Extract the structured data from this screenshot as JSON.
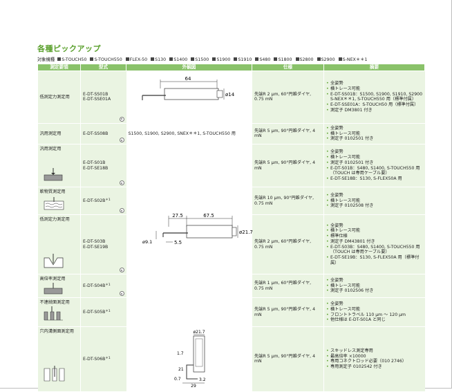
{
  "title": "各種ピックアップ",
  "models": {
    "label": "対象機種",
    "items": [
      "S-TOUCH50",
      "S-TOUCH550",
      "FLEX-50",
      "S130",
      "S1400",
      "S1500",
      "S1900",
      "S1910",
      "S480",
      "S1800",
      "S2800",
      "S2900",
      "S-NEX＊＊1"
    ]
  },
  "headers": [
    "測定要領",
    "型式",
    "外観図",
    "仕様",
    "摘要"
  ],
  "rows": [
    {
      "purpose": "低測定力測定用",
      "models": [
        "E-DT-SS01B",
        "E-DT-SSE01A"
      ],
      "spec": "先端R 2 µm, 60°円錐ダイヤ, 0.75 mN",
      "notes": [
        "全姿勢",
        "横トレース可能",
        "E-DT-SS01B：S1500, S1900, S1910, S2900 S-NEX＊＊1, S-TOUCH550 用（標準付属）",
        "E-DT-SSE01A：S-TOUCH50 用（標準付属）",
        "測定子 DM3801 付き"
      ]
    },
    {
      "purpose": "汎用測定用",
      "models": [
        "E-DT-SS08B"
      ],
      "spec": "先端R 5 µm, 90°円錐ダイヤ, 4 mN",
      "notes": [
        "全姿勢",
        "横トレース可能",
        "測定子 0102501 付き"
      ]
    },
    {
      "purpose": "汎用測定用",
      "models": [
        "E-DT-S01B",
        "E-DT-SE18B"
      ],
      "spec": "先端R 5 µm, 90°円錐ダイヤ, 4 mN",
      "notes": [
        "全姿勢",
        "横トレース可能",
        "測定子 0102501 付き",
        "E-DT-S01B：S480, S1400, S-TOUCH550 用（TOUCH は専用ケーブル要）",
        "E-DT-SE18B：S130, S-FLEX50A 用"
      ]
    },
    {
      "purpose": "軟物質測定用",
      "models": [
        "E-DT-S02B"
      ],
      "spec": "先端R 10 µm, 90°円錐ダイヤ, 0.75 mN",
      "notes": [
        "全姿勢",
        "横トレース可能",
        "測定子 0102508 付き"
      ]
    },
    {
      "purpose": "低測定力測定用",
      "models": [
        "E-DT-S03B",
        "E-DT-SE19B"
      ],
      "spec": "先端R 2 µm, 60°円錐ダイヤ, 0.75 mN",
      "notes": [
        "全姿勢",
        "横トレース可能",
        "標準仕様",
        "測定子 DM43801 付き",
        "E-DT-S03B：S480, S1400, S-TOUCH550 用（TOUCH は専用ケーブル要）",
        "E-DT-SE19B：S130, S-FLEX50A 用（標準付属）"
      ]
    },
    {
      "purpose": "高倍率測定用",
      "models": [
        "E-DT-S04B"
      ],
      "spec": "先端R 1 µm, 60°円錐ダイヤ, 0.75 mN",
      "notes": [
        "全姿勢",
        "横トレース可能",
        "測定子 0102506 付き"
      ]
    },
    {
      "purpose": "不連続面測定用",
      "models": [
        "E-DT-S05B"
      ],
      "spec": "先端R 5 µm, 90°円錐ダイヤ, 4 mN",
      "notes": [
        "全姿勢",
        "横トレース可能",
        "フロントトラベル 110 µm ～ 120 µm",
        "他仕様は E-DT-S01A と同じ"
      ]
    },
    {
      "purpose": "穴内溝側面測定用",
      "models": [
        "E-DT-S06B"
      ],
      "spec": "先端R 5 µm, 90°円錐ダイヤ, 4 mN",
      "notes": [
        "スキッドレス測定専用",
        "最高倍率 ×10000",
        "専用コネクトロッド必要（010 2746）",
        "専用測定子 0102542 付き"
      ]
    }
  ],
  "drawing_texts": {
    "row1_len": "64",
    "row1_dia": "ø14",
    "row2_text": "S1500, S1900, S2900, SNEX＊＊1, S-TOUCH550 用",
    "shared_a": "27.5",
    "shared_b": "67.5",
    "shared_dia": "ø21.7",
    "shared_small": "ø9.1",
    "shared_c": "5.5",
    "last_dia": "ø21.7",
    "last_a": "1.7",
    "last_b": "21",
    "last_c": "0.7",
    "last_d": "3.2",
    "last_e": "29"
  },
  "sup_mark": "＊1"
}
